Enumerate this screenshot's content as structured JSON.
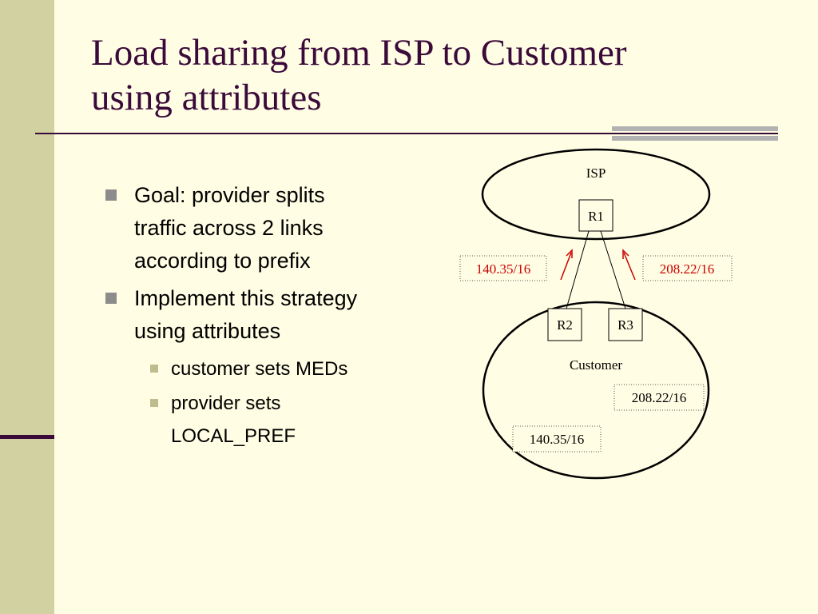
{
  "title": {
    "line1": "Load sharing from ISP to Customer",
    "line2": "using attributes"
  },
  "bullets": {
    "goal": [
      "Goal: provider splits",
      "traffic across 2 links",
      "according to prefix"
    ],
    "implement": [
      "Implement this strategy",
      "using attributes"
    ],
    "sub_med": "customer sets MEDs",
    "sub_pref": [
      "provider sets",
      "LOCAL_PREF"
    ]
  },
  "diagram": {
    "isp_label": "ISP",
    "customer_label": "Customer",
    "routers": {
      "r1": "R1",
      "r2": "R2",
      "r3": "R3"
    },
    "advertised_left": "140.35/16",
    "advertised_right": "208.22/16",
    "customer_prefix_right": "208.22/16",
    "customer_prefix_left": "140.35/16"
  },
  "colors": {
    "background": "#fffde3",
    "title": "#3a0a3a",
    "advertisement": "#cc0000",
    "side_band": "#d2d1a1",
    "accent_bars": "#b2b2b2"
  }
}
